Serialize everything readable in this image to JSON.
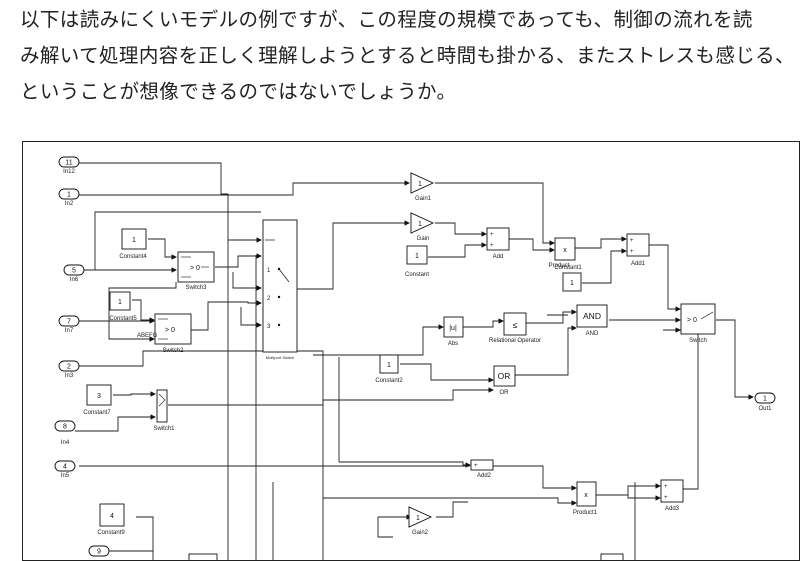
{
  "paragraph": {
    "line1": "以下は読みにくいモデルの例ですが、この程度の規模であっても、制御の流れを読",
    "line2": "み解いて処理内容を正しく理解しようとすると時間も掛かる、またストレスも感じる、",
    "line3": "ということが想像できるのではないでしょうか。"
  },
  "model": {
    "inports": [
      {
        "num": "11",
        "name": "In12"
      },
      {
        "num": "1",
        "name": "In2"
      },
      {
        "num": "5",
        "name": "In6"
      },
      {
        "num": "7",
        "name": "In7"
      },
      {
        "num": "2",
        "name": "In3"
      },
      {
        "num": "8",
        "name": "In4"
      },
      {
        "num": "4",
        "name": "In5"
      },
      {
        "num": "9",
        "name": ""
      }
    ],
    "outport": {
      "num": "1",
      "name": "Out1"
    },
    "gains": [
      {
        "value": "1",
        "name": "Gain1"
      },
      {
        "value": "1",
        "name": "Gain"
      },
      {
        "value": "1",
        "name": "Gain2"
      }
    ],
    "constants": [
      {
        "value": "1",
        "name": "Constant4"
      },
      {
        "value": "1",
        "name": "Constant5"
      },
      {
        "value": "1",
        "name": "Constant"
      },
      {
        "value": "1",
        "name": "Constant1"
      },
      {
        "value": "1",
        "name": "Constant2"
      },
      {
        "value": "3",
        "name": "Constant7"
      },
      {
        "value": "4",
        "name": "Constant9"
      }
    ],
    "switches": [
      {
        "cond": "> 0",
        "name": "Switch3"
      },
      {
        "cond": "> 0",
        "name": "Switch2"
      },
      {
        "cond": "> 0",
        "name": "Switch"
      },
      {
        "cond": "",
        "name": "Switch1"
      }
    ],
    "multiport": {
      "name": "Multiport Switch",
      "ports": [
        "1",
        "2",
        "3"
      ]
    },
    "sums": {
      "add": "Add",
      "add1": "Add1",
      "add2": "Add2",
      "add3": "Add3"
    },
    "products": {
      "product": "Product",
      "product1": "Product1",
      "symbol": "x"
    },
    "logic": {
      "and": "AND",
      "and_name": "AND",
      "or": "OR",
      "or_name": "OR"
    },
    "abs": {
      "symbol": "|u|",
      "name": "Abs"
    },
    "relational": {
      "symbol": "≤",
      "name": "Relational Operator"
    },
    "misc_label": "ABEFG"
  }
}
